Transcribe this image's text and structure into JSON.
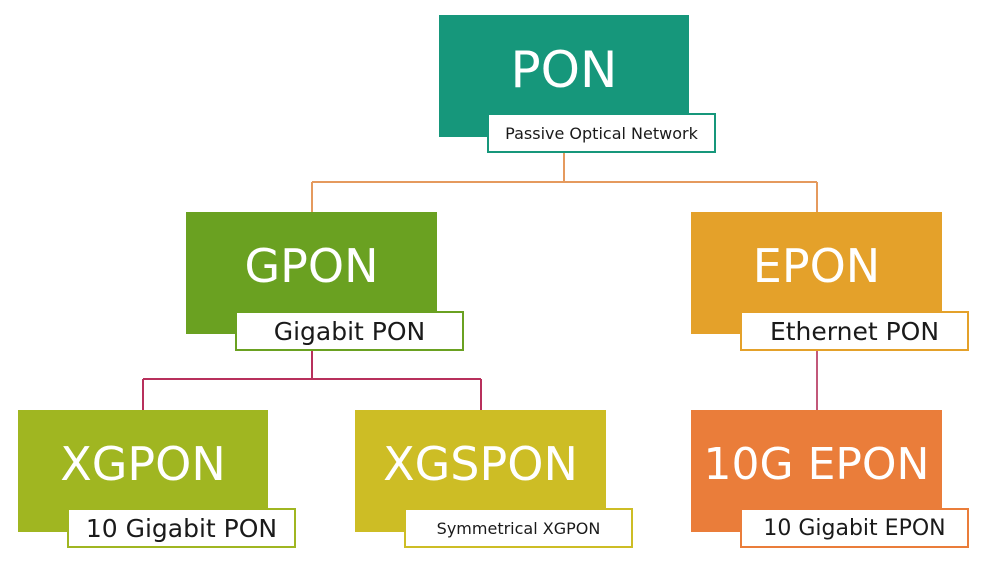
{
  "colors": {
    "pon": "#16977b",
    "gpon": "#6aa121",
    "epon": "#e4a12a",
    "xgpon": "#a0b621",
    "xgspon": "#cdbd25",
    "tengepon": "#ea7d3a",
    "connector_top": "#e59a5e",
    "connector_gpon": "#b8305c",
    "connector_epon": "#c2587a"
  },
  "nodes": {
    "pon": {
      "title": "PON",
      "subtitle": "Passive Optical Network"
    },
    "gpon": {
      "title": "GPON",
      "subtitle": "Gigabit PON"
    },
    "epon": {
      "title": "EPON",
      "subtitle": "Ethernet PON"
    },
    "xgpon": {
      "title": "XGPON",
      "subtitle": "10 Gigabit PON"
    },
    "xgspon": {
      "title": "XGSPON",
      "subtitle": "Symmetrical XGPON"
    },
    "tengepon": {
      "title": "10G EPON",
      "subtitle": "10 Gigabit EPON"
    }
  }
}
